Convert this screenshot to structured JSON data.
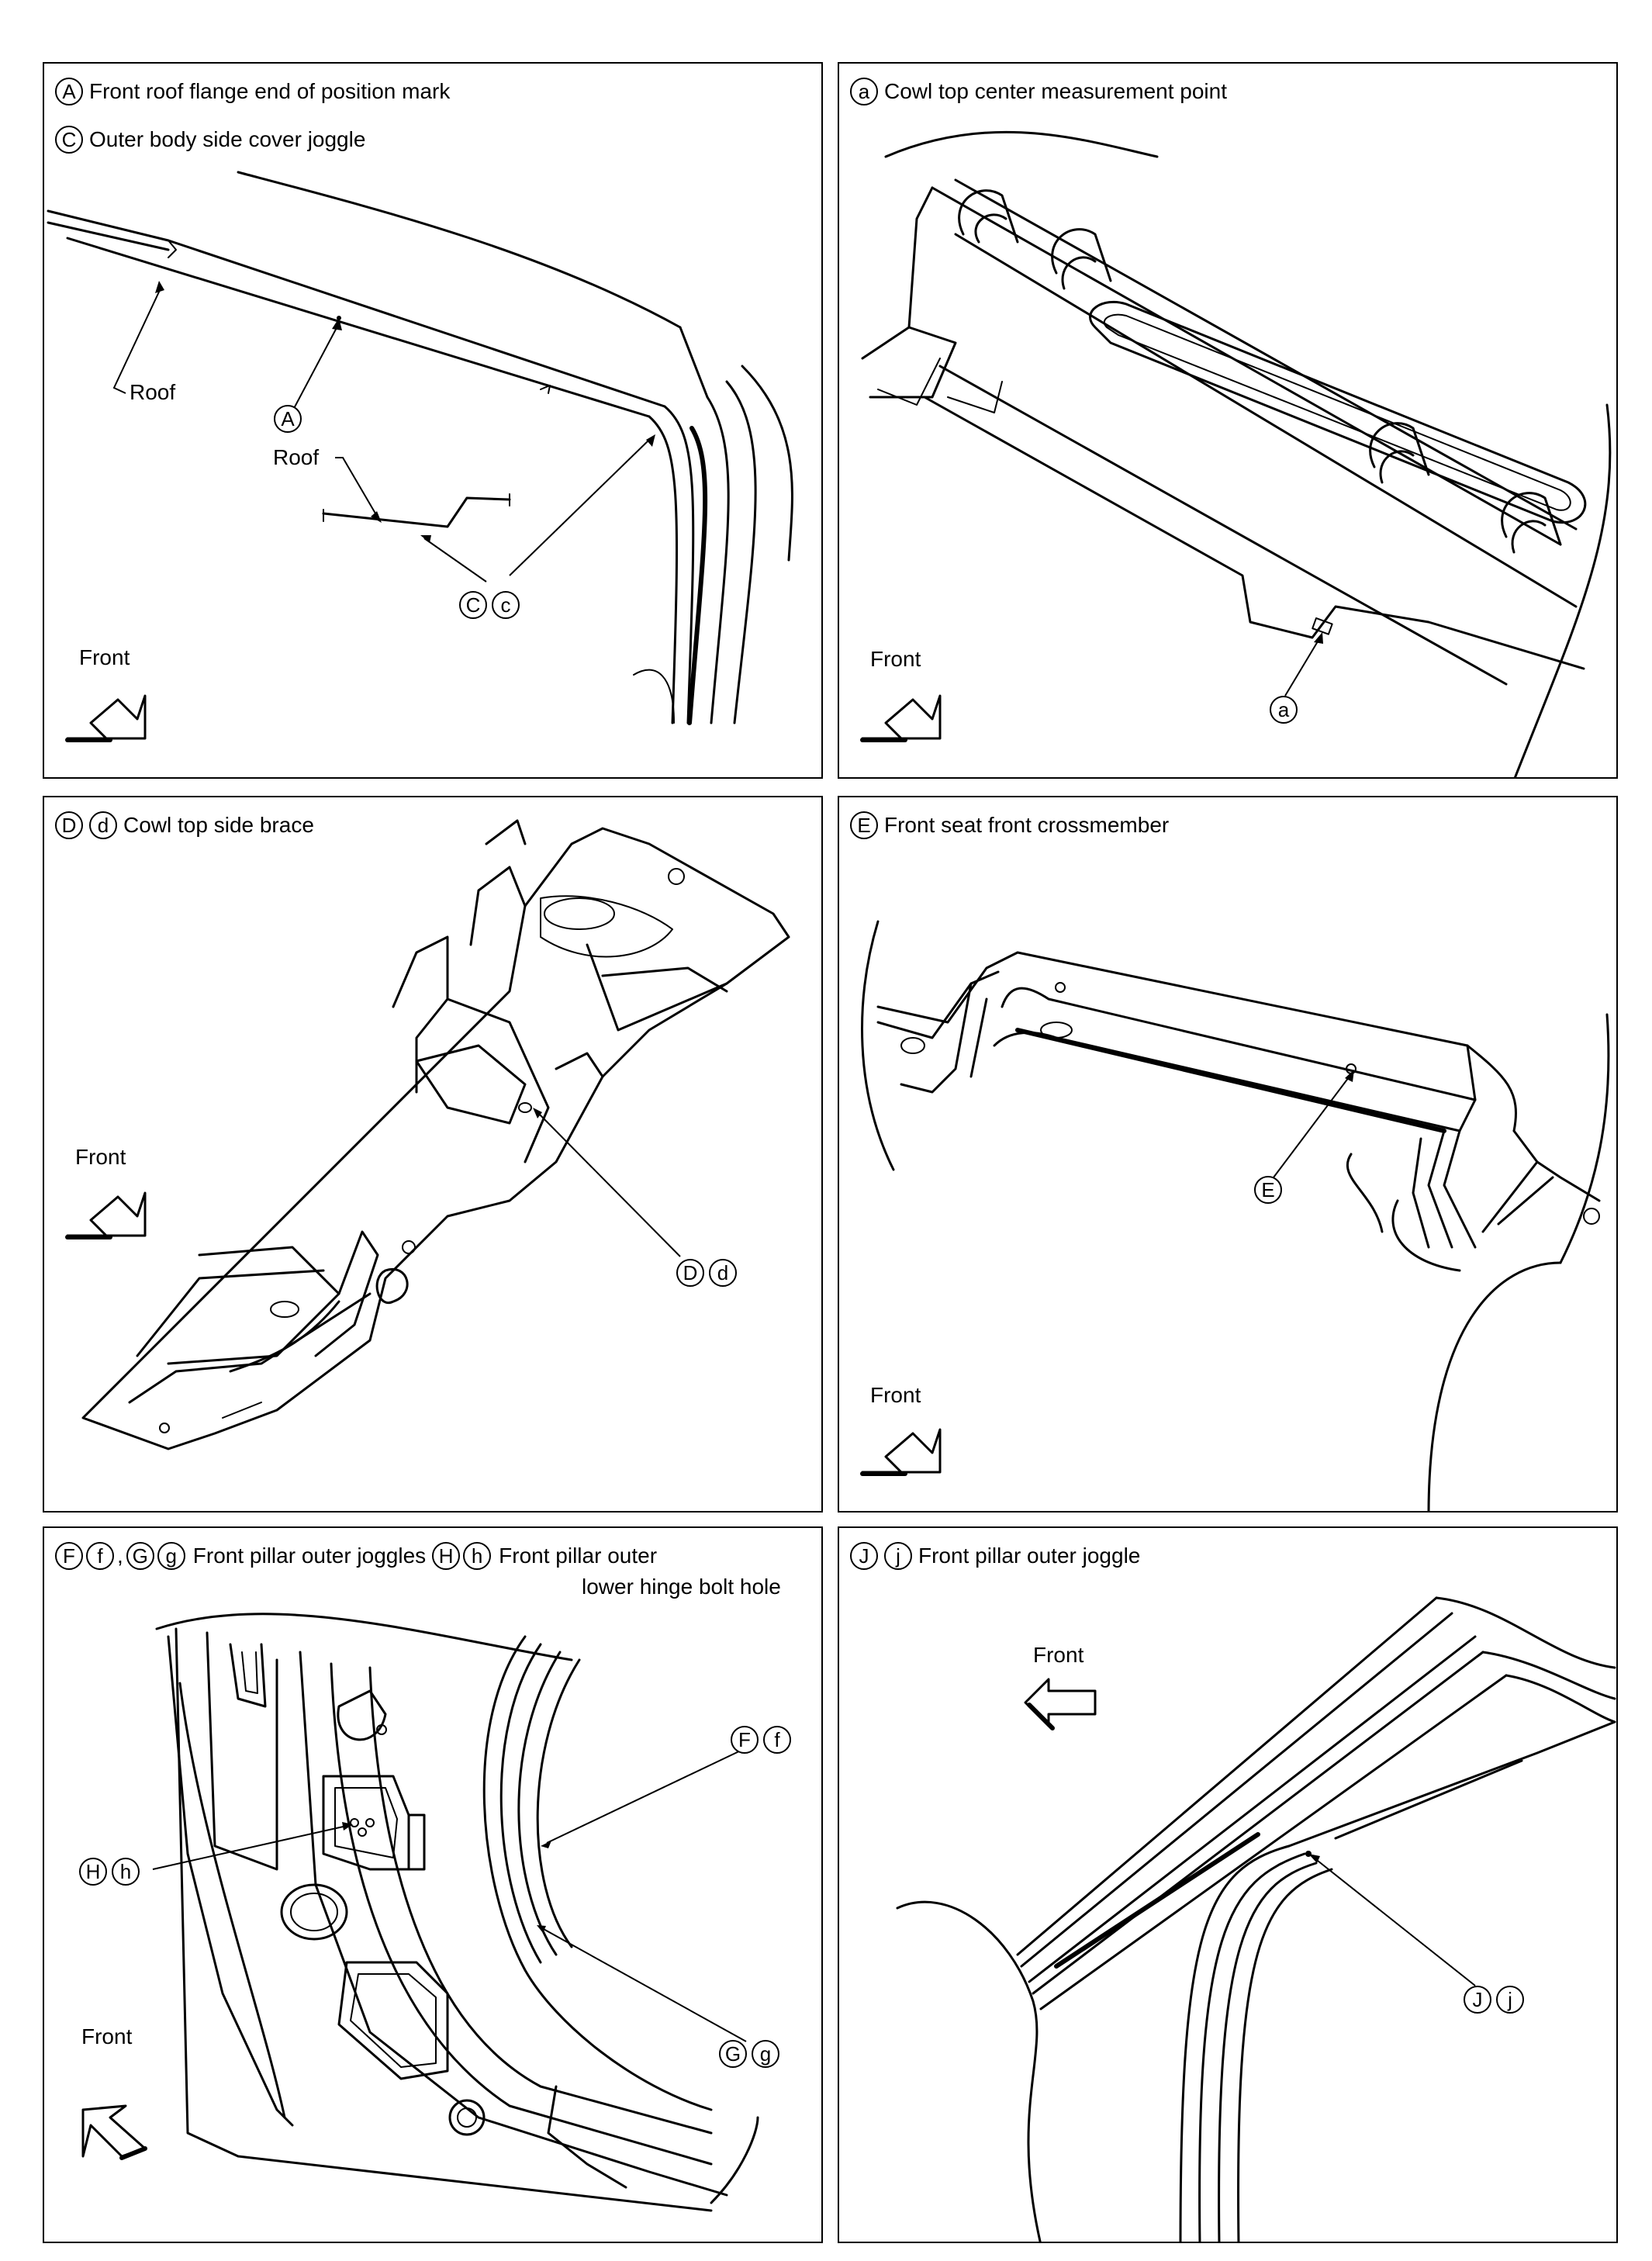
{
  "panels": {
    "p1": {
      "legend": [
        {
          "marks": [
            "A"
          ],
          "text": "Front roof flange end of position mark"
        },
        {
          "marks": [
            "C"
          ],
          "text": "Outer body side cover joggle"
        }
      ],
      "roof_label_1": "Roof",
      "roof_label_2": "Roof",
      "callout_a": "A",
      "callout_c": [
        "C",
        "c"
      ],
      "front": "Front"
    },
    "p2": {
      "legend": [
        {
          "marks": [
            "a"
          ],
          "text": "Cowl top center measurement point"
        }
      ],
      "callout": "a",
      "front": "Front"
    },
    "p3": {
      "legend": [
        {
          "marks": [
            "D",
            "d"
          ],
          "text": "Cowl top side brace"
        }
      ],
      "callout": [
        "D",
        "d"
      ],
      "front": "Front"
    },
    "p4": {
      "legend": [
        {
          "marks": [
            "E"
          ],
          "text": "Front seat front crossmember"
        }
      ],
      "callout": "E",
      "front": "Front"
    },
    "p5": {
      "legend_marks_1": [
        "F",
        "f"
      ],
      "legend_sep": ",",
      "legend_marks_2": [
        "G",
        "g"
      ],
      "legend_text_1": "Front pillar outer joggles",
      "legend_marks_3": [
        "H",
        "h"
      ],
      "legend_text_2a": "Front pillar outer",
      "legend_text_2b": "lower hinge bolt hole",
      "callout_f": [
        "F",
        "f"
      ],
      "callout_g": [
        "G",
        "g"
      ],
      "callout_h": [
        "H",
        "h"
      ],
      "front": "Front"
    },
    "p6": {
      "legend": [
        {
          "marks": [
            "J",
            "j"
          ],
          "text": "Front pillar outer joggle"
        }
      ],
      "callout": [
        "J",
        "j"
      ],
      "front": "Front"
    }
  }
}
